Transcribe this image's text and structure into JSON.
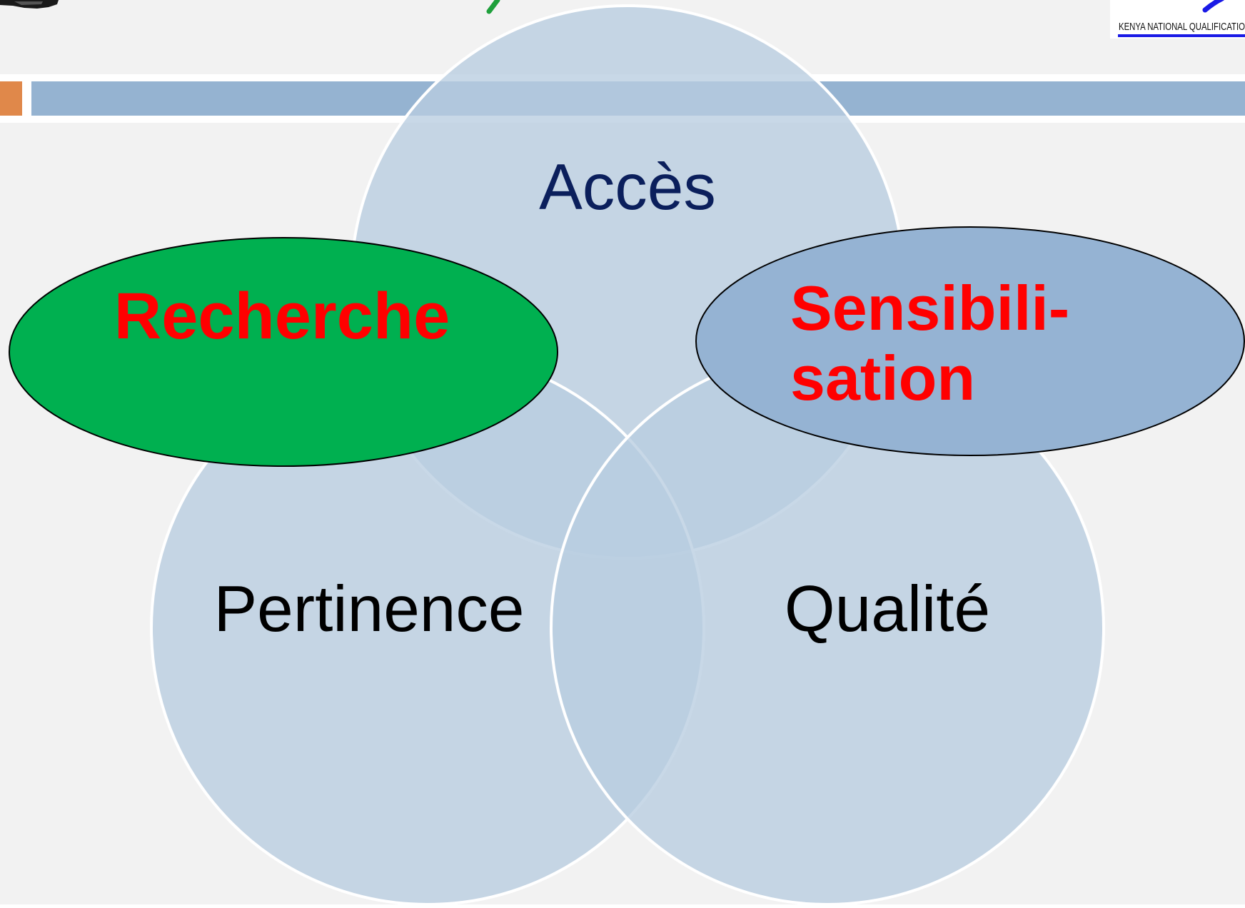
{
  "colors": {
    "background": "#f2f2f2",
    "header_bar": "#95b3d1",
    "accent_square": "#e0884a",
    "circle_fill": "#b8cde0",
    "circle_stroke": "#ffffff",
    "green_ellipse": "#00b050",
    "blue_ellipse": "#95b3d3",
    "red_text": "#ff0000",
    "navy_text": "#0b1f5c",
    "black_text": "#000000",
    "logo_blue": "#1a1ae6",
    "top_mark_green": "#1fa03c"
  },
  "logo": {
    "text": "KENYA NATIONAL QUALIFICATIO"
  },
  "circles": {
    "top": {
      "label": "Accès"
    },
    "left": {
      "label": "Pertinence"
    },
    "right": {
      "label": "Qualité"
    }
  },
  "ellipses": {
    "left": {
      "label": "Recherche"
    },
    "right": {
      "line1": "Sensibili-",
      "line2": "sation"
    }
  },
  "icons": {
    "top_left_logo": "institution-logo-icon",
    "top_mark": "green-stroke-mark"
  }
}
